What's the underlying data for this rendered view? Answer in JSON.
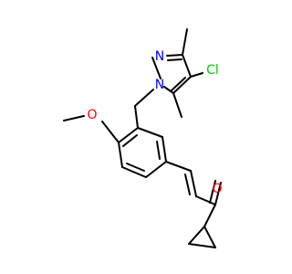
{
  "molecule": {
    "atoms": [
      {
        "id": "n1",
        "label": "N",
        "color": "#0000ff"
      },
      {
        "id": "n2",
        "label": "N",
        "color": "#0000ff"
      },
      {
        "id": "cl",
        "label": "Cl",
        "color": "#00cc00"
      },
      {
        "id": "o_methoxy",
        "label": "O",
        "color": "#ff0000"
      },
      {
        "id": "o_ketone",
        "label": "O",
        "color": "#ff0000"
      }
    ],
    "bond_color": "#000000"
  }
}
